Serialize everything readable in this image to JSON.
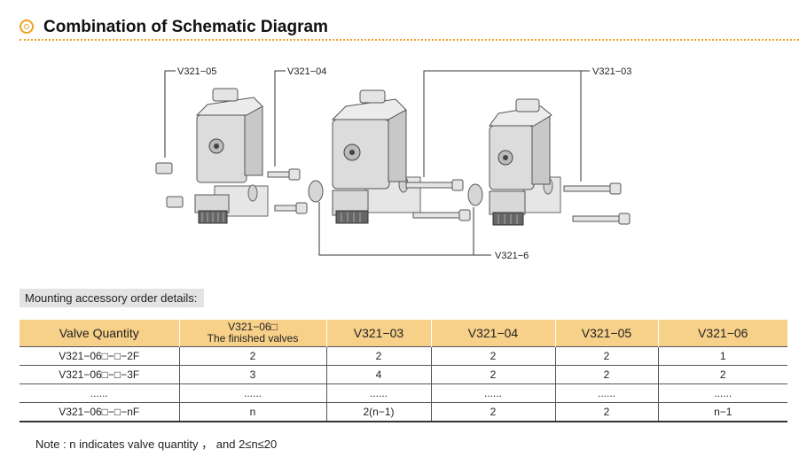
{
  "title": "Combination of Schematic Diagram",
  "diagram": {
    "labels": {
      "v321_05": "V321−05",
      "v321_04": "V321−04",
      "v321_03": "V321−03",
      "v321_6": "V321−6"
    }
  },
  "accessory_section_label": "Mounting accessory order details:",
  "table": {
    "headers": {
      "valve_quantity": "Valve Quantity",
      "v321_06_line1": "V321−06□",
      "v321_06_line2": "The finished valves",
      "v321_03": "V321−03",
      "v321_04": "V321−04",
      "v321_05": "V321−05",
      "v321_06": "V321−06"
    },
    "rows": [
      [
        "V321−06□−□−2F",
        "2",
        "2",
        "2",
        "2",
        "1"
      ],
      [
        "V321−06□−□−3F",
        "3",
        "4",
        "2",
        "2",
        "2"
      ],
      [
        "......",
        "......",
        "......",
        "......",
        "......",
        "......"
      ],
      [
        "V321−06□−□−nF",
        "n",
        "2(n−1)",
        "2",
        "2",
        "n−1"
      ]
    ]
  },
  "note": "Note : n indicates valve quantity ， and 2≤n≤20"
}
